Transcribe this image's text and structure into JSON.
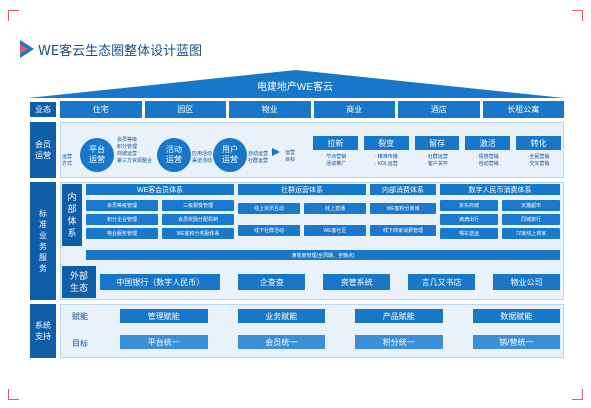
{
  "header": {
    "title": "WE客云生态圈整体设计蓝图",
    "roof_label": "电建地产WE客云"
  },
  "business": {
    "label": "业态",
    "items": [
      "住宅",
      "园区",
      "物业",
      "商业",
      "酒店",
      "长租公寓"
    ]
  },
  "member_ops": {
    "label": "会员\n运营",
    "method_label": "运营\n方式",
    "steps": [
      {
        "label": "平台\n运营",
        "notes": [
          "会员等级",
          "积分管理",
          "商城运营",
          "第三方资源整合"
        ]
      },
      {
        "label": "活动\n运营",
        "notes": [
          "应用活动",
          "渠道活动"
        ]
      },
      {
        "label": "用户\n运营",
        "notes": [
          "自动运营",
          "社群运营"
        ]
      }
    ],
    "tail_label": "运营\n目标",
    "goals": [
      {
        "title": "拉新",
        "points": [
          "·节点营销",
          "·活动推广"
        ]
      },
      {
        "title": "裂变",
        "points": [
          "· 精准传播",
          "· KOL运营"
        ]
      },
      {
        "title": "留存",
        "points": [
          "·社群运营",
          "·客户关怀"
        ]
      },
      {
        "title": "激活",
        "points": [
          "·情感营销",
          "·自动营销"
        ]
      },
      {
        "title": "转化",
        "points": [
          "·全民营销",
          "·交叉营销"
        ]
      }
    ]
  },
  "standard_services": {
    "label": "标\n准\n业\n务\n服\n务",
    "internal_label": "内\n部\n体\n系",
    "systems": [
      {
        "title": "WE客会员体系",
        "cells": [
          "会员等级管理",
          "三级裂变管理",
          "积分企业管理",
          "会员奖励分配机制",
          "物业服务管理",
          "WE客积分奖励体系"
        ]
      },
      {
        "title": "社群运营体系",
        "cells": [
          "线上资讯互动",
          "线上直播",
          "线下社群活动",
          "WE客社区"
        ]
      },
      {
        "title": "内部消费体系",
        "cells": [
          "WE客积分商城",
          "线下商家消费管理"
        ]
      },
      {
        "title": "数字人民币消费体系",
        "cells": [
          "京东商城",
          "天猫超市",
          "滴滴出行",
          "同城旅行",
          "喂车送运",
          "7Z家线上商家"
        ]
      }
    ],
    "bottom_bar": "满意度管理(全周期、全触点)",
    "external_label": "外部\n生态",
    "partners": [
      "中国银行（数字人民币）",
      "企查查",
      "资管系统",
      "言几又书店",
      "物业公司"
    ]
  },
  "system_support": {
    "label": "系统\n支持",
    "row1_label": "赋能",
    "row1": [
      "管理赋能",
      "业务赋能",
      "产品赋能",
      "数据赋能"
    ],
    "row2_label": "目标",
    "row2": [
      "平台统一",
      "会员统一",
      "积分统一",
      "销/营统一"
    ]
  },
  "colors": {
    "primary": "#1877c8",
    "dark": "#0f5ea8",
    "accent": "#e05a6a",
    "panel": "#e9f2fb"
  }
}
